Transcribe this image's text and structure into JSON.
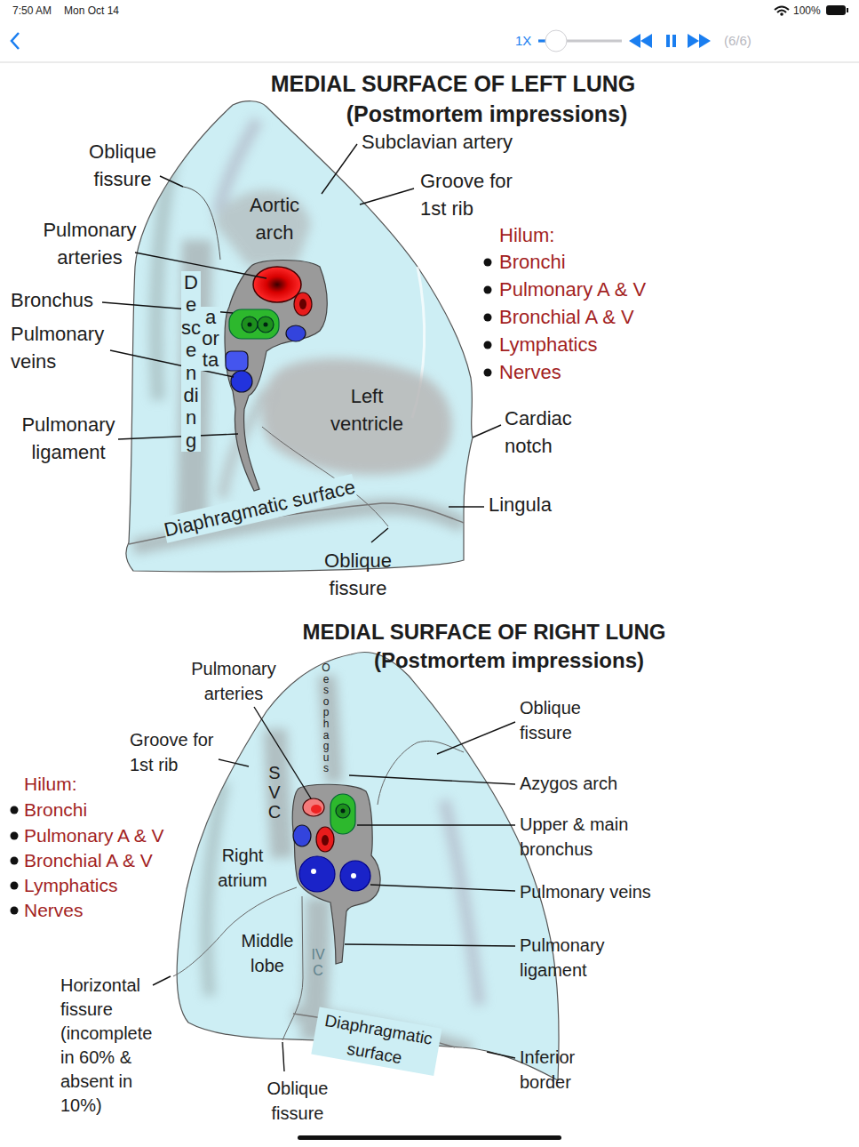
{
  "diagram": {
    "labels": [
      "7:50 AM",
      "Mon Oct 14",
      "100%",
      "1X",
      "(6/6)",
      "MEDIAL SURFACE OF LEFT LUNG",
      "(Postmortem impressions)",
      "Oblique fissure",
      "Subclavian artery",
      "Groove for 1st rib",
      "Aortic arch",
      "Pulmonary arteries",
      "Hilum:",
      "Bronchi",
      "Pulmonary A & V",
      "Bronchial A & V",
      "Lymphatics",
      "Nerves",
      "Bronchus",
      "Descending",
      "aorta",
      "Pulmonary veins",
      "Left ventricle",
      "Cardiac notch",
      "Pulmonary ligament",
      "Lingula",
      "Diaphragmatic surface",
      "Oblique fissure",
      "MEDIAL SURFACE OF RIGHT LUNG",
      "(Postmortem impressions)",
      "Pulmonary arteries",
      "Oesophagus",
      "Oblique fissure",
      "Groove for 1st rib",
      "SVC",
      "Azygos arch",
      "Hilum:",
      "Bronchi",
      "Pulmonary A & V",
      "Bronchial A & V",
      "Lymphatics",
      "Nerves",
      "Upper & main bronchus",
      "Right atrium",
      "Pulmonary veins",
      "Middle lobe",
      "Pulmonary ligament",
      "IVC",
      "Horizontal fissure (incomplete in 60% & absent in 10%)",
      "Diaphragmatic surface",
      "Inferior border",
      "Oblique fissure"
    ]
  }
}
